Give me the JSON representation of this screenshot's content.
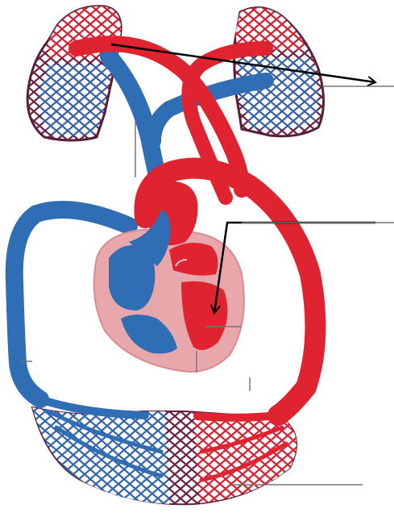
{
  "colors": {
    "oxygenated": "#e02330",
    "deoxygenated": "#2f6db5",
    "mixed": "#7a2a4a",
    "heart_wall": "#e8a7ab",
    "lung_outline": "#5a1f3a",
    "pointer": "#000000",
    "label_line": "#777777"
  },
  "labels": [
    {
      "id": "label-1",
      "text": ""
    },
    {
      "id": "label-2",
      "text": ""
    },
    {
      "id": "label-3",
      "text": ""
    }
  ]
}
